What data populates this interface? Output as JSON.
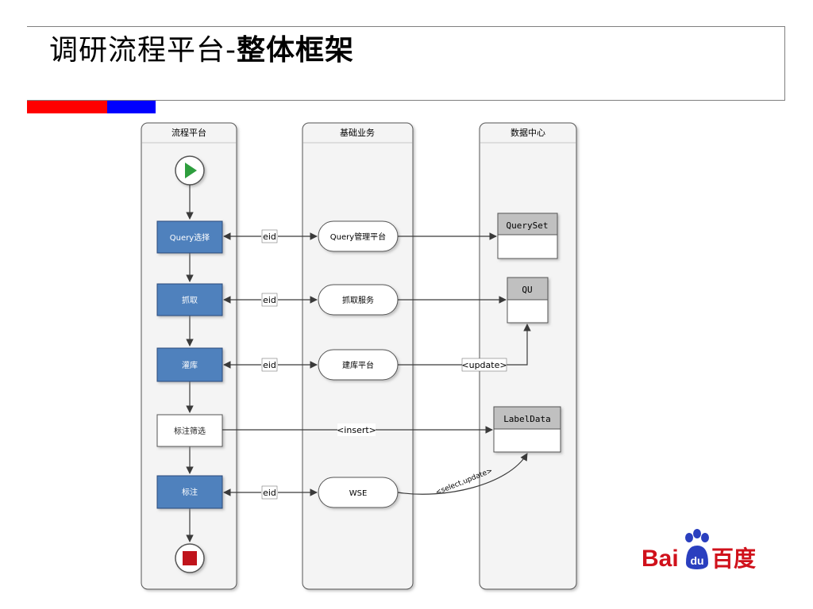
{
  "title": {
    "normal": "调研流程平台-",
    "bold": "整体框架"
  },
  "lanes": [
    {
      "title": "流程平台"
    },
    {
      "title": "基础业务"
    },
    {
      "title": "数据中心"
    }
  ],
  "process_nodes": [
    "Query选择",
    "抓取",
    "灌库",
    "标注筛选",
    "标注"
  ],
  "service_nodes": [
    "Query管理平台",
    "抓取服务",
    "建库平台",
    "WSE"
  ],
  "tables": [
    "QuerySet",
    "QU",
    "LabelData"
  ],
  "edge_labels": {
    "eid": "eid",
    "update": "<update>",
    "insert": "<insert>",
    "select_update": "<select,update>"
  },
  "logo": {
    "latin": "Bai",
    "badge": "du",
    "cjk": "百度"
  },
  "colors": {
    "red_bar": "#ff0000",
    "blue_bar": "#0000ff",
    "process_fill": "#4f81bd",
    "table_header": "#c0c0c0"
  }
}
